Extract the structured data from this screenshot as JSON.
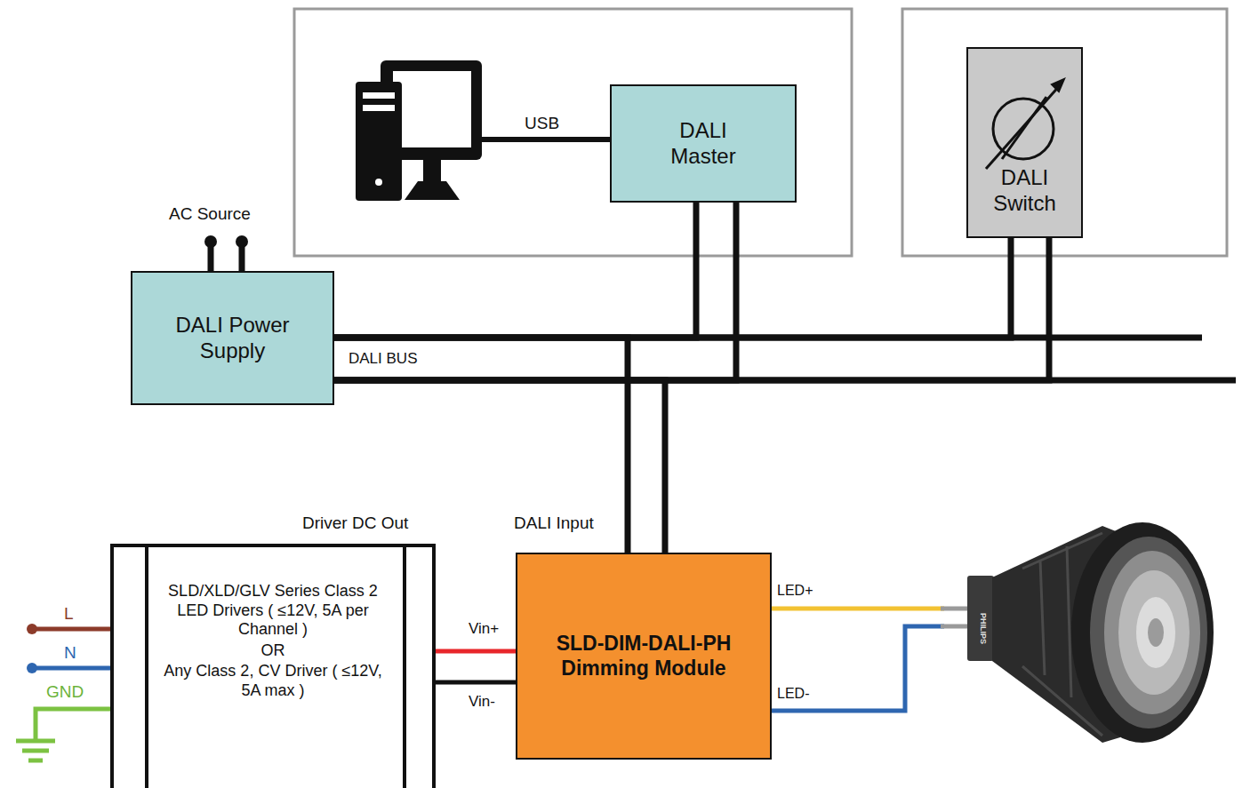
{
  "diagram": {
    "nodes": [
      {
        "text": [
          "DALI Master"
        ]
      },
      {
        "text": [
          "DALI Switch"
        ]
      },
      {
        "text": [
          "DALI Power Supply"
        ]
      },
      {
        "text": [
          "SLD/XLD/GLV Series Class 2 LED Drivers ( ≤12V, 5A per Channel )",
          "OR",
          "Any Class 2, CV Driver ( ≤12V, 5A max )"
        ]
      },
      {
        "text": [
          "SLD-DIM-DALI-PH Dimming Module"
        ]
      }
    ],
    "edges": [
      {
        "from": 2,
        "to": 0,
        "arrow": "none"
      },
      {
        "from": 2,
        "to": 1,
        "arrow": "none"
      },
      {
        "from": 2,
        "to": 4,
        "arrow": "none"
      },
      {
        "from": 3,
        "to": 4,
        "arrow": "none"
      }
    ],
    "labels": [
      "USB",
      "AC Source",
      "DALI BUS",
      "Driver DC Out",
      "DALI Input",
      "L",
      "N",
      "GND",
      "Vin+",
      "Vin-",
      "LED+",
      "LED-",
      "PHILIPS"
    ]
  }
}
